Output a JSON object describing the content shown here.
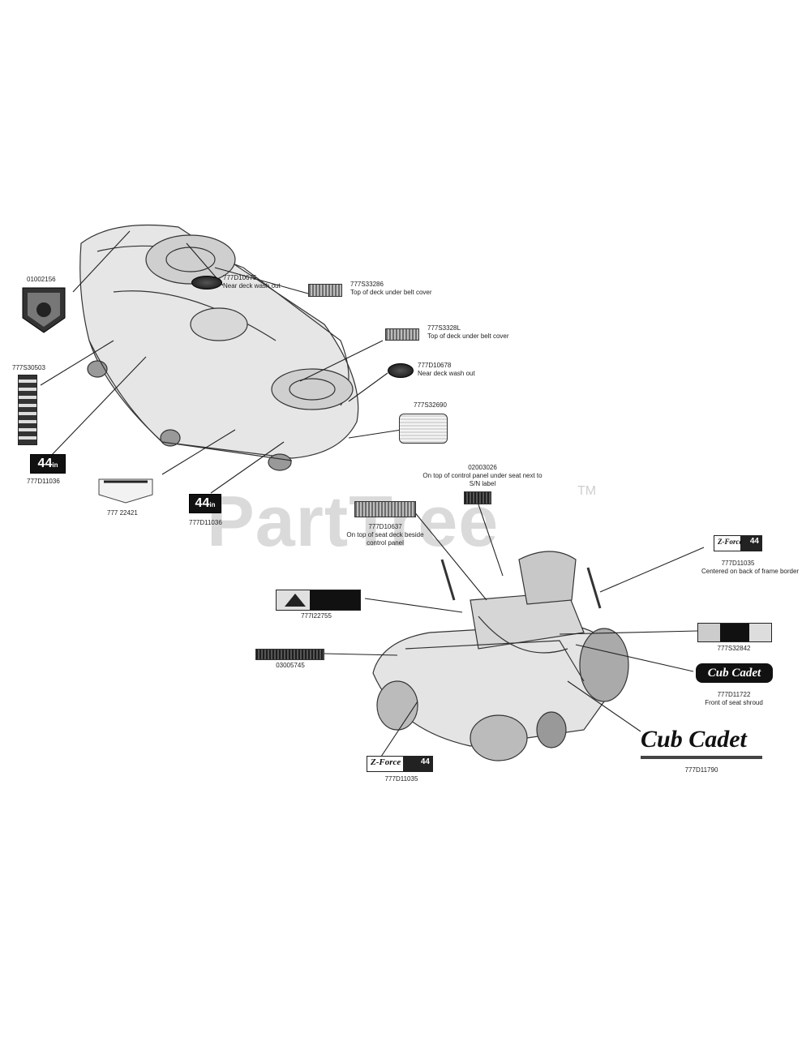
{
  "watermark": {
    "brand": "PartTree",
    "trademark": "TM"
  },
  "parts": [
    {
      "id": "p01",
      "number": "01002156",
      "location": ""
    },
    {
      "id": "p02",
      "number": "777D10675",
      "location": "Near deck wash out"
    },
    {
      "id": "p03",
      "number": "777S33286",
      "location": "Top of deck under belt cover"
    },
    {
      "id": "p04",
      "number": "777S3328L",
      "location": "Top of deck under belt cover"
    },
    {
      "id": "p05",
      "number": "777D10678",
      "location": "Near deck wash out"
    },
    {
      "id": "p06",
      "number": "777S30503",
      "location": ""
    },
    {
      "id": "p07",
      "number": "777S32690",
      "location": ""
    },
    {
      "id": "p08",
      "number": "777D11036",
      "location": ""
    },
    {
      "id": "p09",
      "number": "777 22421",
      "location": ""
    },
    {
      "id": "p10",
      "number": "777D11036",
      "location": ""
    },
    {
      "id": "p11",
      "number": "02003026",
      "location": "On top of control panel under seat next to S/N label"
    },
    {
      "id": "p12",
      "number": "777D10637",
      "location": "On top of seat deck beside control panel"
    },
    {
      "id": "p13",
      "number": "777D11035",
      "location": "Centered on back of frame border"
    },
    {
      "id": "p14",
      "number": "777I22755",
      "location": ""
    },
    {
      "id": "p15",
      "number": "777S32842",
      "location": ""
    },
    {
      "id": "p16",
      "number": "03005745",
      "location": ""
    },
    {
      "id": "p17",
      "number": "777D11722",
      "location": "Front of seat shroud"
    },
    {
      "id": "p18",
      "number": "777D11035",
      "location": ""
    },
    {
      "id": "p19",
      "number": "777D11790",
      "location": ""
    }
  ],
  "decal_text": {
    "deck_size": "44",
    "deck_unit": "in",
    "zt_model": "Z-Force",
    "zt_size": "44",
    "brand_logo": "Cub Cadet"
  }
}
